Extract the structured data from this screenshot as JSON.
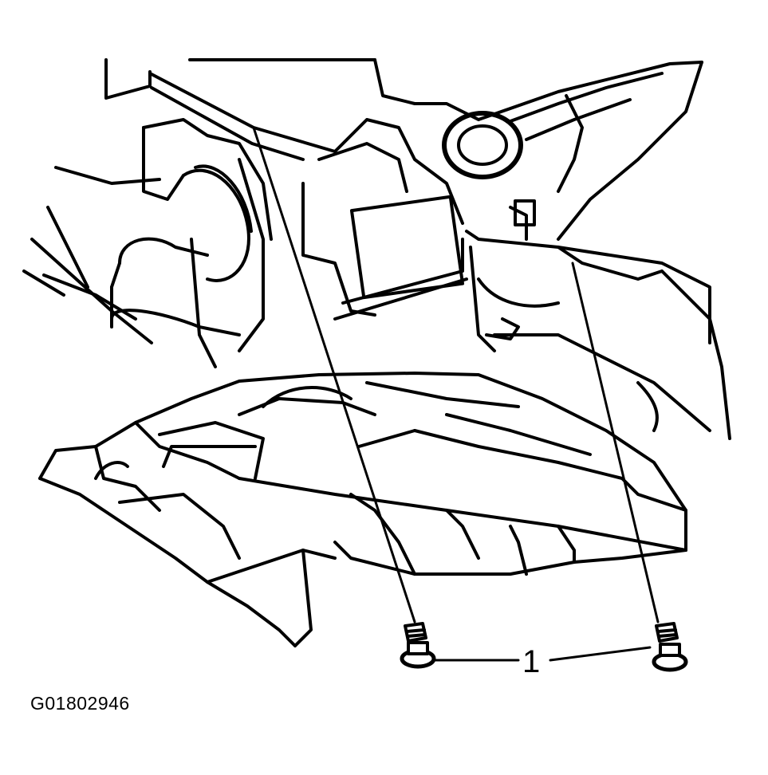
{
  "diagram": {
    "callouts": [
      {
        "id": "1",
        "label": "1",
        "refers_to": [
          "bolt-left",
          "bolt-right"
        ]
      }
    ],
    "figure_id": "G01802946",
    "colors": {
      "ink": "#000000",
      "paper": "#ffffff"
    }
  }
}
